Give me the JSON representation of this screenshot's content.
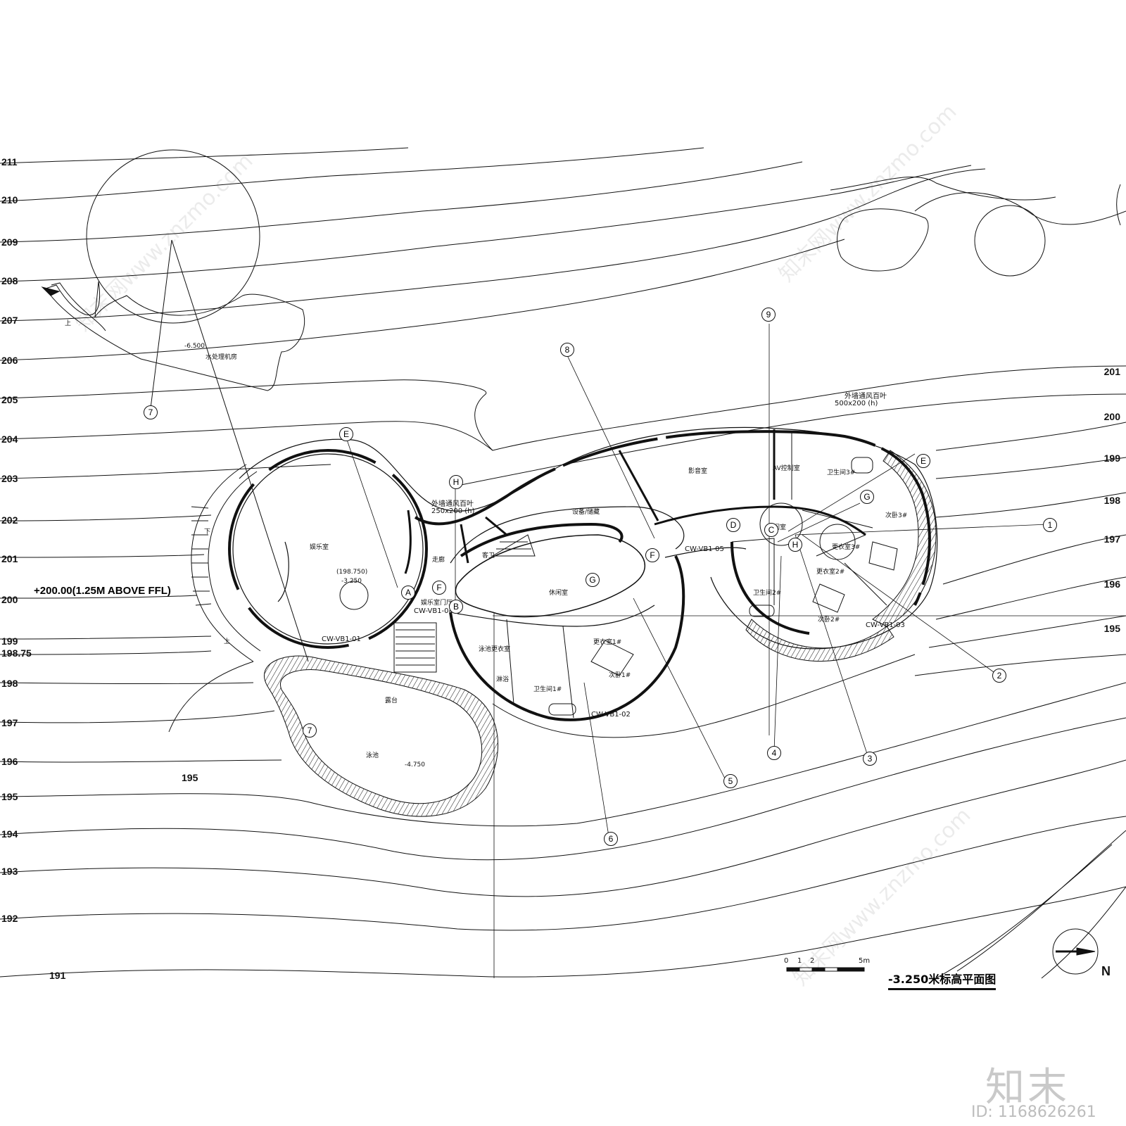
{
  "contours_left": [
    {
      "label": "211"
    },
    {
      "label": "210"
    },
    {
      "label": "209"
    },
    {
      "label": "208"
    },
    {
      "label": "207"
    },
    {
      "label": "206"
    },
    {
      "label": "205"
    },
    {
      "label": "204"
    },
    {
      "label": "203"
    },
    {
      "label": "202"
    },
    {
      "label": "201"
    },
    {
      "label": "200"
    },
    {
      "label": "199"
    },
    {
      "label": "198.75"
    },
    {
      "label": "198"
    },
    {
      "label": "197"
    },
    {
      "label": "196"
    },
    {
      "label": "195"
    },
    {
      "label": "194"
    },
    {
      "label": "193"
    },
    {
      "label": "192"
    },
    {
      "label": "191"
    }
  ],
  "contours_right": [
    {
      "label": "201"
    },
    {
      "label": "200"
    },
    {
      "label": "199"
    },
    {
      "label": "198"
    },
    {
      "label": "197"
    },
    {
      "label": "196"
    },
    {
      "label": "195"
    }
  ],
  "extra_contour_label": "195",
  "ffl_note": "+200.00(1.25M ABOVE  FFL)",
  "rooms": {
    "entertainment": "娱乐室",
    "entertainment_level": "(198.750)",
    "entertainment_level2": "-3.250",
    "hall": "娱乐室门厅",
    "corridor": "走廊",
    "guest_wc": "客卫",
    "equipment": "设备/储藏",
    "lounge": "休闲室",
    "cinema": "影音室",
    "av_control": "AV控制室",
    "wc3": "卫生间3#",
    "suite3": "次卧3#",
    "pool_changing": "泳池更衣室",
    "shower": "淋浴",
    "wc1": "卫生间1#",
    "closet1": "更衣室1#",
    "suite1": "次卧1#",
    "wc2": "卫生间2#",
    "closet2": "更衣室2#",
    "closet3": "更衣室3#",
    "suite2": "次卧2#",
    "terrace": "露台",
    "pool": "泳池",
    "pool_level": "-4.750",
    "water_room": "水处理机房",
    "water_room_level": "-6.500",
    "up1": "上",
    "down1": "下",
    "up2": "上"
  },
  "notes": {
    "louver_a": "外墙通风百叶",
    "louver_a_size": "250x200 (h)",
    "louver_b": "外墙通风百叶",
    "louver_b_size": "500x200 (h)",
    "cw1": "CW-VB1-01",
    "cw2": "CW-VB1-02",
    "cw3": "CW-VB1-03",
    "cw4": "CW-VB1-04",
    "cw5": "CW-VB1-05"
  },
  "axes": [
    {
      "id": "1"
    },
    {
      "id": "2"
    },
    {
      "id": "3"
    },
    {
      "id": "4"
    },
    {
      "id": "5"
    },
    {
      "id": "6"
    },
    {
      "id": "7"
    },
    {
      "id": "7"
    },
    {
      "id": "8"
    },
    {
      "id": "9"
    },
    {
      "id": "A"
    },
    {
      "id": "B"
    },
    {
      "id": "C"
    },
    {
      "id": "D"
    },
    {
      "id": "E"
    },
    {
      "id": "E"
    },
    {
      "id": "F"
    },
    {
      "id": "F"
    },
    {
      "id": "G"
    },
    {
      "id": "G"
    },
    {
      "id": "H"
    },
    {
      "id": "H"
    }
  ],
  "scale": {
    "t0": "0",
    "t1": "1",
    "t2": "2",
    "t5": "5m"
  },
  "title": "-3.250米标高平面图",
  "north": "N",
  "watermark": {
    "logo": "知末",
    "id": "ID: 1168626261",
    "site": "知末网www.znzmo.com"
  }
}
